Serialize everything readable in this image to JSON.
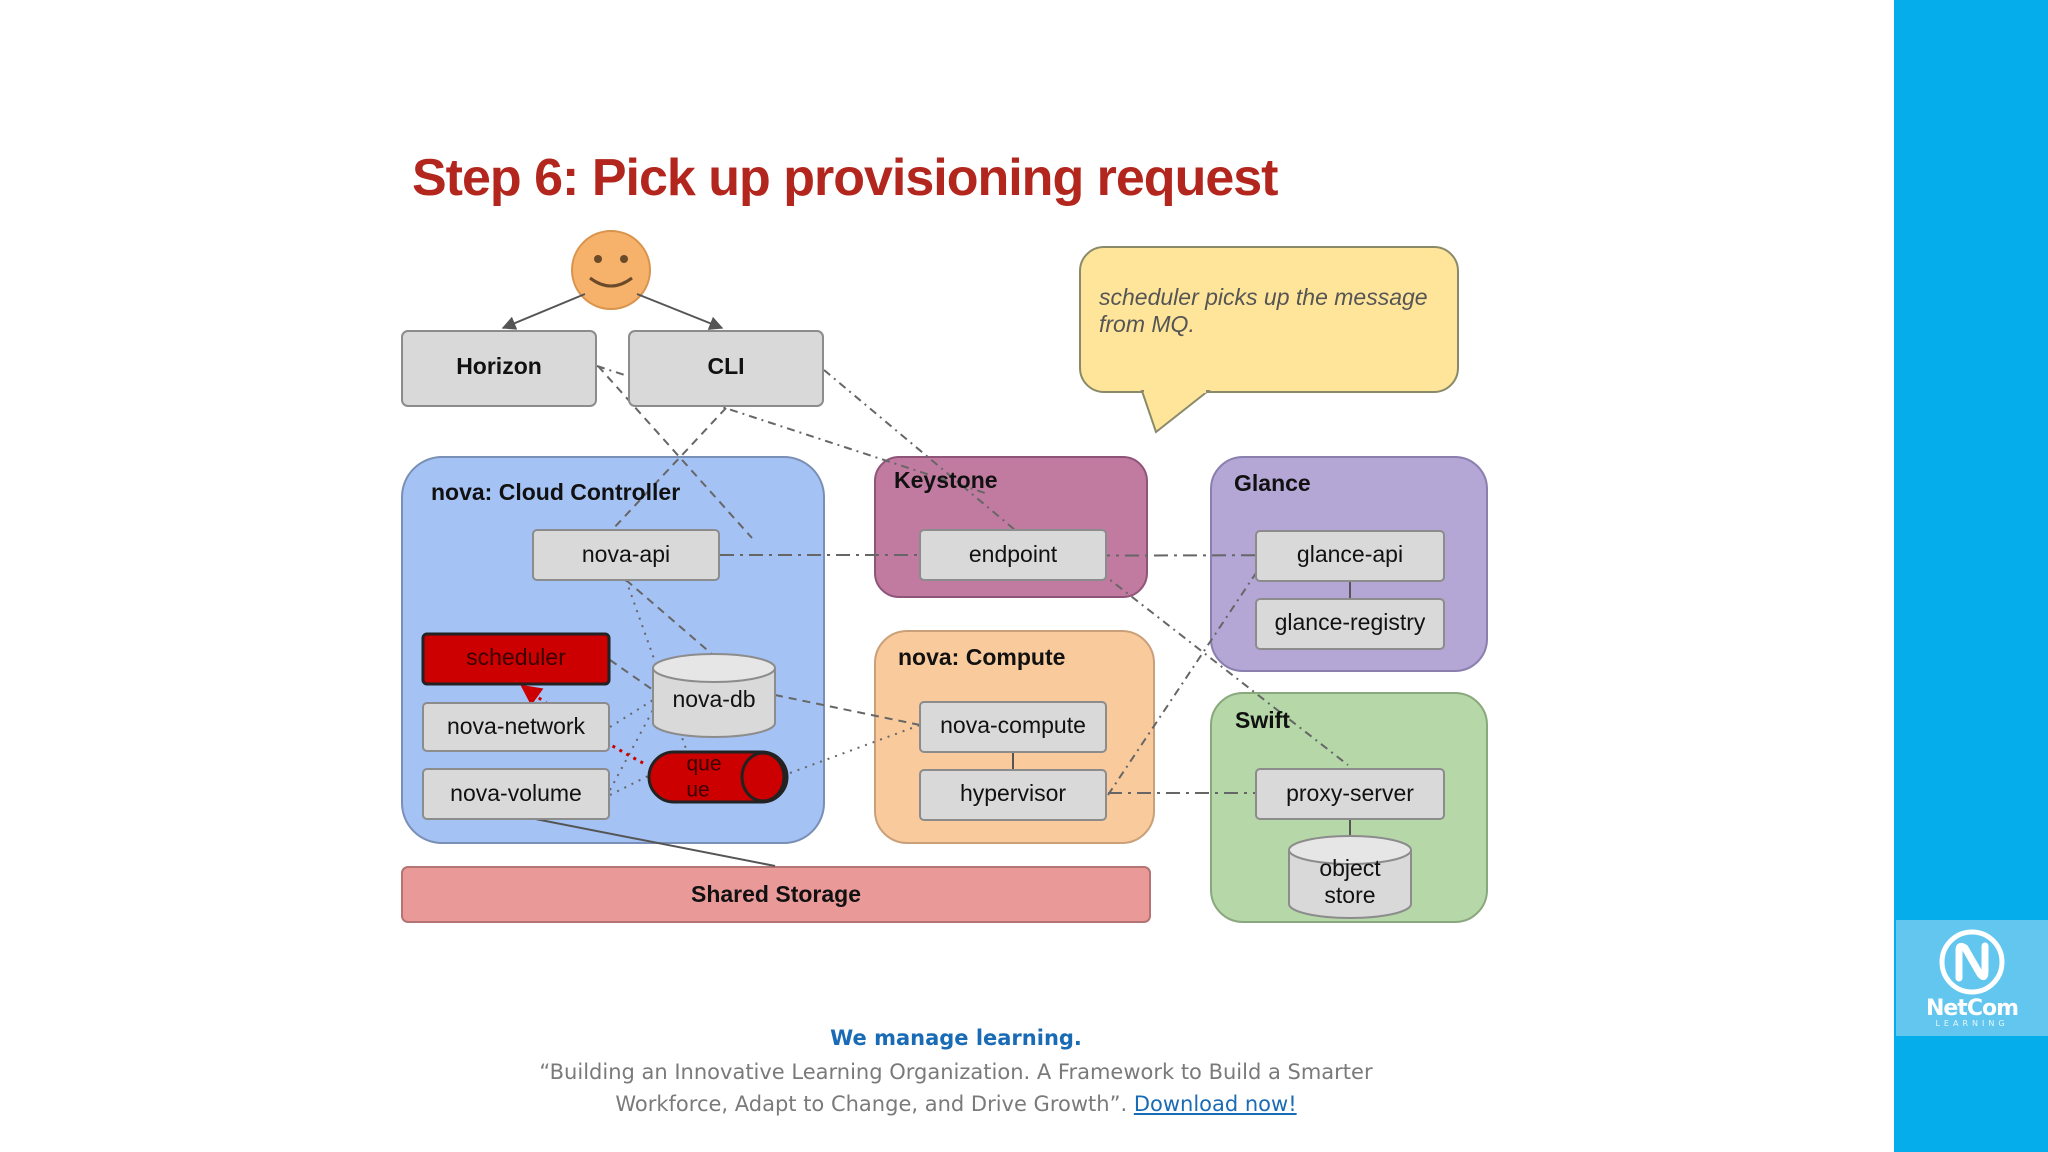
{
  "slide": {
    "title": "Step 6: Pick up provisioning request"
  },
  "diagram": {
    "clients": {
      "horizon": "Horizon",
      "cli": "CLI"
    },
    "callout": {
      "line1": "scheduler picks up the message",
      "line2": "from MQ."
    },
    "cloud_controller": {
      "title": "nova: Cloud Controller",
      "nova_api": "nova-api",
      "scheduler": "scheduler",
      "nova_network": "nova-network",
      "nova_volume": "nova-volume",
      "nova_db": "nova-db",
      "queue_line1": "que",
      "queue_line2": "ue"
    },
    "keystone": {
      "title": "Keystone",
      "endpoint": "endpoint"
    },
    "glance": {
      "title": "Glance",
      "api": "glance-api",
      "registry": "glance-registry"
    },
    "compute": {
      "title": "nova: Compute",
      "nova_compute": "nova-compute",
      "hypervisor": "hypervisor"
    },
    "swift": {
      "title": "Swift",
      "proxy": "proxy-server",
      "store_line1": "object",
      "store_line2": "store"
    },
    "shared_storage": "Shared Storage"
  },
  "footer": {
    "tagline": "We manage learning.",
    "quote_line1": "“Building an Innovative Learning Organization. A Framework to Build a Smarter",
    "quote_line2": "Workforce, Adapt to Change, and Drive Growth”.",
    "link": "Download now!"
  },
  "brand": {
    "name": "NetCom",
    "sub": "LEARNING"
  },
  "colors": {
    "title": "#b3261e",
    "cloud_controller": "#a4c2f4",
    "keystone": "#c27ba0",
    "glance": "#b4a7d6",
    "compute": "#f9cb9c",
    "swift": "#b6d7a8",
    "shared_storage": "#ea9999",
    "callout": "#ffe599",
    "highlight": "#cc0000",
    "side_bar": "#05aeea"
  }
}
